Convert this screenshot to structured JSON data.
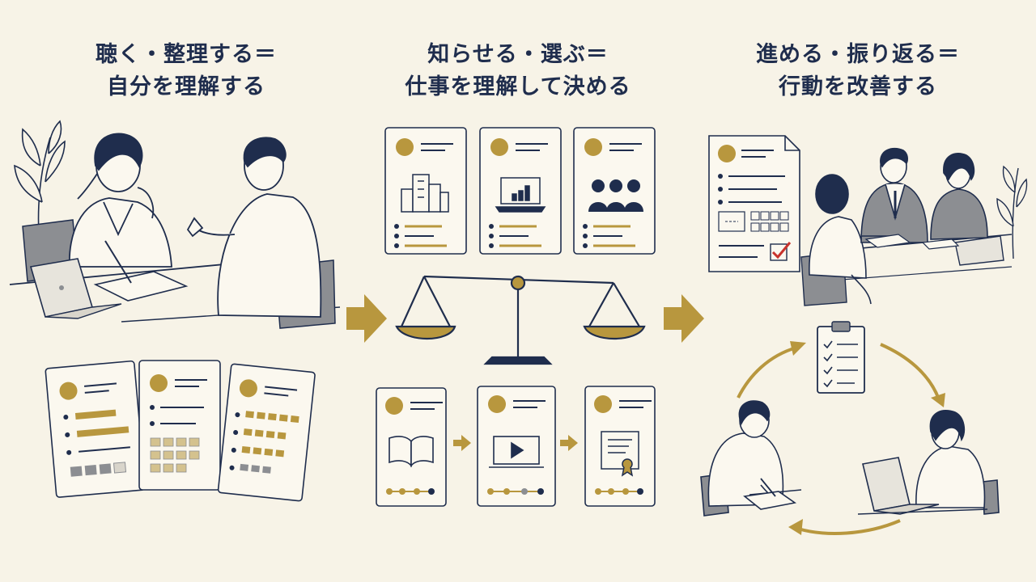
{
  "sections": [
    {
      "title_line1": "聴く・整理する＝",
      "title_line2": "自分を理解する"
    },
    {
      "title_line1": "知らせる・選ぶ＝",
      "title_line2": "仕事を理解して決める"
    },
    {
      "title_line1": "進める・振り返る＝",
      "title_line2": "行動を改善する"
    }
  ],
  "colors": {
    "background": "#f7f3e7",
    "navy": "#1f2d4d",
    "gold": "#b8973e",
    "gray": "#8c8e92",
    "red": "#c8332c"
  },
  "icons": [
    "plant-icon",
    "laptop-icon",
    "notebook-icon",
    "building-icon",
    "chart-laptop-icon",
    "people-icon",
    "scale-icon",
    "book-icon",
    "video-icon",
    "certificate-icon",
    "checklist-icon",
    "clipboard-icon",
    "arrow-right-icon",
    "cycle-arrow-icon"
  ]
}
